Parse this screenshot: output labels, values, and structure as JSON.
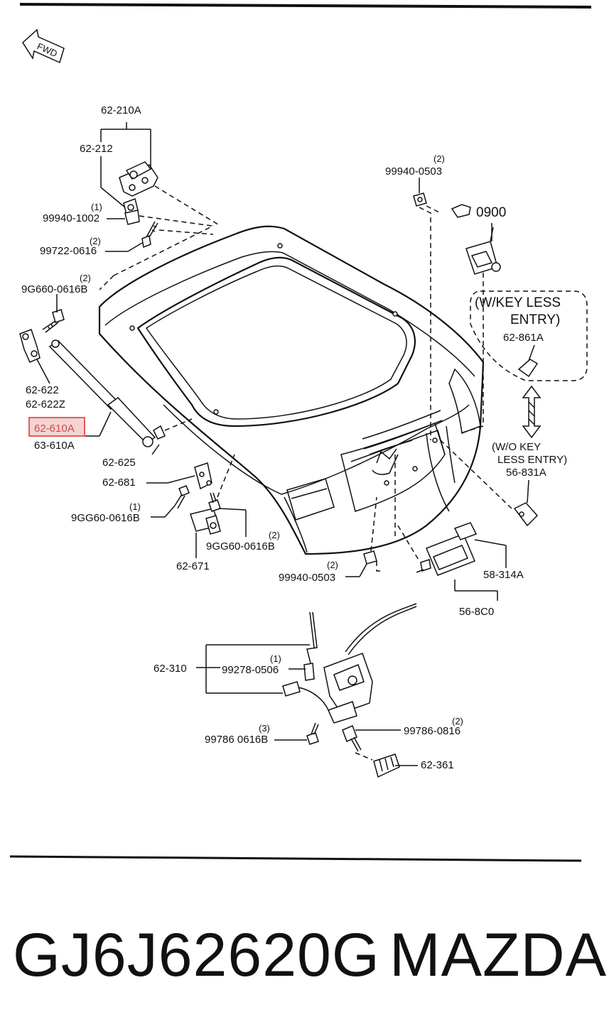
{
  "fwd_label": "FWD",
  "parts": [
    {
      "id": "p_62_210A",
      "label": "62-210A",
      "qty": ""
    },
    {
      "id": "p_62_212",
      "label": "62-212",
      "qty": ""
    },
    {
      "id": "p_99940_1002",
      "label": "99940-1002",
      "qty": "(1)"
    },
    {
      "id": "p_99722_0616",
      "label": "99722-0616",
      "qty": "(2)"
    },
    {
      "id": "p_9G660_0616B",
      "label": "9G660-0616B",
      "qty": "(2)"
    },
    {
      "id": "p_62_622",
      "label": "62-622",
      "qty": ""
    },
    {
      "id": "p_62_622Z",
      "label": "62-622Z",
      "qty": ""
    },
    {
      "id": "p_62_610A",
      "label": "62-610A",
      "qty": ""
    },
    {
      "id": "p_63_610A",
      "label": "63-610A",
      "qty": ""
    },
    {
      "id": "p_62_625",
      "label": "62-625",
      "qty": ""
    },
    {
      "id": "p_62_681",
      "label": "62-681",
      "qty": ""
    },
    {
      "id": "p_9GG60_0616B_a",
      "label": "9GG60-0616B",
      "qty": "(1)"
    },
    {
      "id": "p_9GG60_0616B_b",
      "label": "9GG60-0616B",
      "qty": "(2)"
    },
    {
      "id": "p_62_671",
      "label": "62-671",
      "qty": ""
    },
    {
      "id": "p_99940_0503_a",
      "label": "99940-0503",
      "qty": "(2)"
    },
    {
      "id": "p_99940_0503_b",
      "label": "99940-0503",
      "qty": "(2)"
    },
    {
      "id": "p_0900",
      "label": "0900",
      "qty": ""
    },
    {
      "id": "p_62_861A",
      "label": "62-861A",
      "qty": ""
    },
    {
      "id": "p_56_831A",
      "label": "56-831A",
      "qty": ""
    },
    {
      "id": "p_58_314A",
      "label": "58-314A",
      "qty": ""
    },
    {
      "id": "p_56_8C0",
      "label": "56-8C0",
      "qty": ""
    },
    {
      "id": "p_62_310",
      "label": "62-310",
      "qty": ""
    },
    {
      "id": "p_99278_0506",
      "label": "99278-0506",
      "qty": "(1)"
    },
    {
      "id": "p_99786_0616B",
      "label": "99786 0616B",
      "qty": "(3)"
    },
    {
      "id": "p_99786_0816",
      "label": "99786-0816",
      "qty": "(2)"
    },
    {
      "id": "p_62_361",
      "label": "62-361",
      "qty": ""
    }
  ],
  "notes": {
    "keyless_line1": "(W/KEY LESS",
    "keyless_line2": "ENTRY)",
    "nokey_line1": "(W/O KEY",
    "nokey_line2": "LESS ENTRY)"
  },
  "highlight": {
    "part": "62-610A",
    "color": "#e03a3a"
  },
  "footer": {
    "part_number": "GJ6J62620G",
    "brand": "MAZDA"
  }
}
